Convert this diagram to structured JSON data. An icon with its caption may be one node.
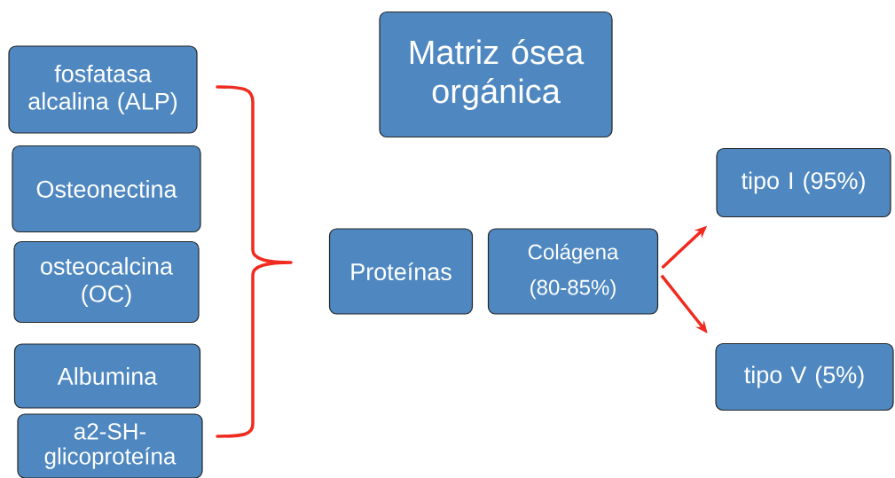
{
  "diagram": {
    "nodes": [
      {
        "text": [
          "Matriz ósea orgánica"
        ]
      },
      {
        "text": [
          "fosfatasa alcalina (ALP)"
        ]
      },
      {
        "text": [
          "Osteonectina"
        ]
      },
      {
        "text": [
          "osteocalcina (OC)"
        ]
      },
      {
        "text": [
          "Albumina"
        ]
      },
      {
        "text": [
          "a2-SH-glicoproteína"
        ]
      },
      {
        "text": [
          "Proteínas"
        ]
      },
      {
        "text": [
          "Colágena (80-85%)"
        ]
      },
      {
        "text": [
          "tipo I (95%)"
        ]
      },
      {
        "text": [
          "tipo V (5%)"
        ]
      }
    ],
    "edges": [
      {
        "from": 7,
        "to": 8,
        "arrow": "to"
      },
      {
        "from": 7,
        "to": 9,
        "arrow": "to"
      }
    ]
  }
}
